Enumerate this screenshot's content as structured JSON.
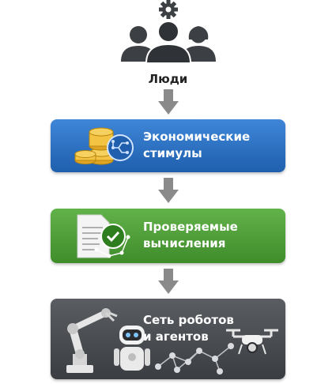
{
  "people": {
    "label": "Люди"
  },
  "stages": [
    {
      "line1": "Экономические",
      "line2": "стимулы"
    },
    {
      "line1": "Проверяемые",
      "line2": "вычисления"
    },
    {
      "line1": "Сеть роботов",
      "line2": "и агентов"
    }
  ],
  "colors": {
    "economic": "#2f73c6",
    "verify": "#4f9f39",
    "network": "#4a4d52",
    "arrow": "#8a8a8a",
    "people": "#3c3f44"
  },
  "icons": [
    "gear-icon",
    "people-icon",
    "coins-icon",
    "circuit-icon",
    "document-icon",
    "check-badge-icon",
    "robot-arm-icon",
    "humanoid-robot-icon",
    "network-icon",
    "drone-icon"
  ]
}
